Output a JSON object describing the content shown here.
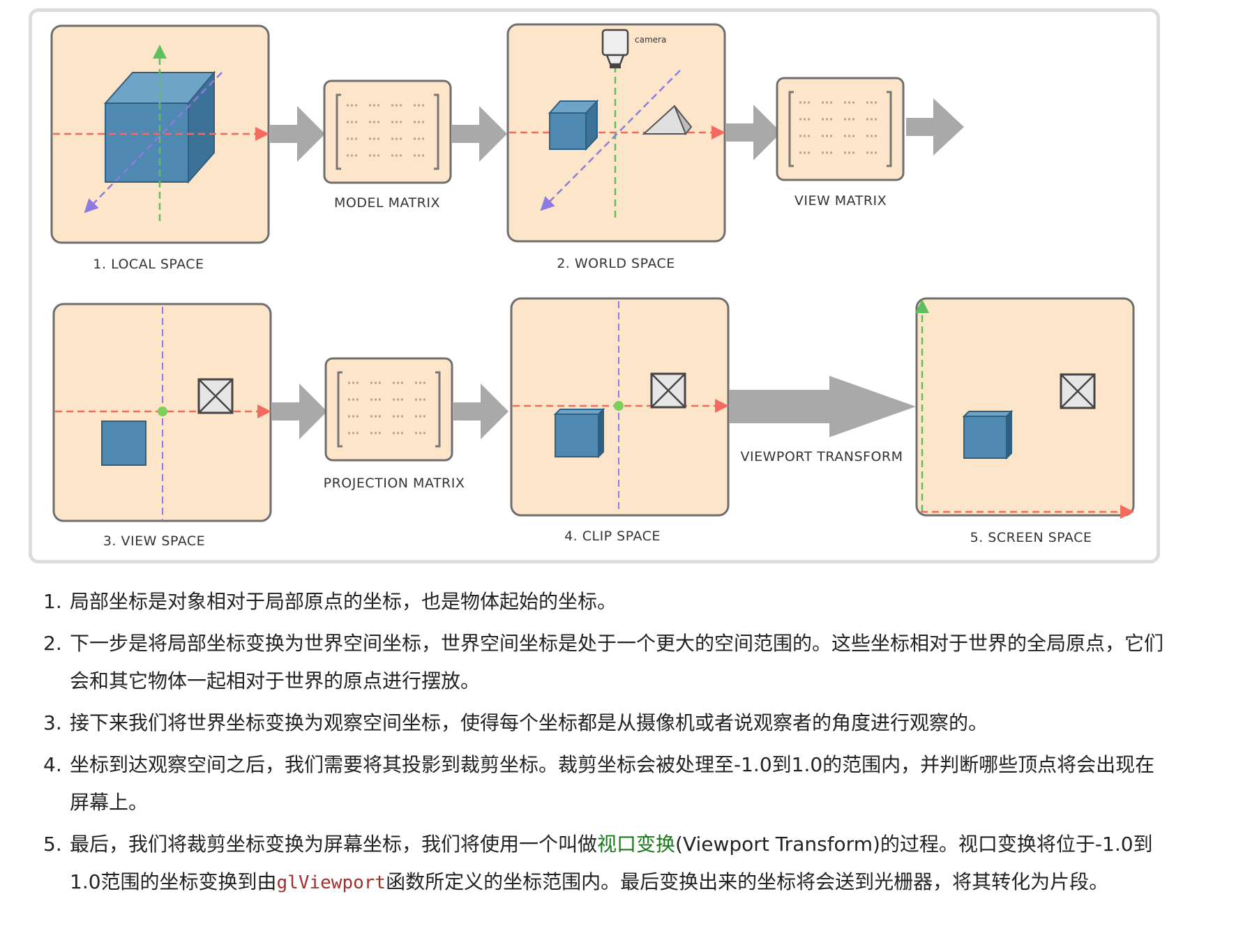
{
  "figure": {
    "space_labels": [
      "1. LOCAL SPACE",
      "2. WORLD SPACE",
      "3. VIEW SPACE",
      "4. CLIP SPACE",
      "5. SCREEN SPACE"
    ],
    "matrix_labels": [
      "MODEL MATRIX",
      "VIEW MATRIX",
      "PROJECTION MATRIX"
    ],
    "transform_label": "VIEWPORT TRANSFORM",
    "camera_label": "camera",
    "colors": {
      "panel": "#fde5c9",
      "panel_border": "#6e6e6e",
      "arrow": "#a9a9a9",
      "cube": "#4f88b1",
      "x_axis": "#f26b5e",
      "y_axis": "#5fbf5f",
      "z_axis": "#8c7be0"
    }
  },
  "steps": [
    {
      "num": "1.",
      "text": "局部坐标是对象相对于局部原点的坐标，也是物体起始的坐标。"
    },
    {
      "num": "2.",
      "text": "下一步是将局部坐标变换为世界空间坐标，世界空间坐标是处于一个更大的空间范围的。这些坐标相对于世界的全局原点，它们会和其它物体一起相对于世界的原点进行摆放。"
    },
    {
      "num": "3.",
      "text": "接下来我们将世界坐标变换为观察空间坐标，使得每个坐标都是从摄像机或者说观察者的角度进行观察的。"
    },
    {
      "num": "4.",
      "text": "坐标到达观察空间之后，我们需要将其投影到裁剪坐标。裁剪坐标会被处理至-1.0到1.0的范围内，并判断哪些顶点将会出现在屏幕上。"
    },
    {
      "num": "5.",
      "text_a": "最后，我们将裁剪坐标变换为屏幕坐标，我们将使用一个叫做",
      "link": "视口变换",
      "text_b": "(Viewport Transform)的过程。视口变换将位于-1.0到1.0范围的坐标变换到由",
      "code": "glViewport",
      "text_c": "函数所定义的坐标范围内。最后变换出来的坐标将会送到光栅器，将其转化为片段。"
    }
  ]
}
